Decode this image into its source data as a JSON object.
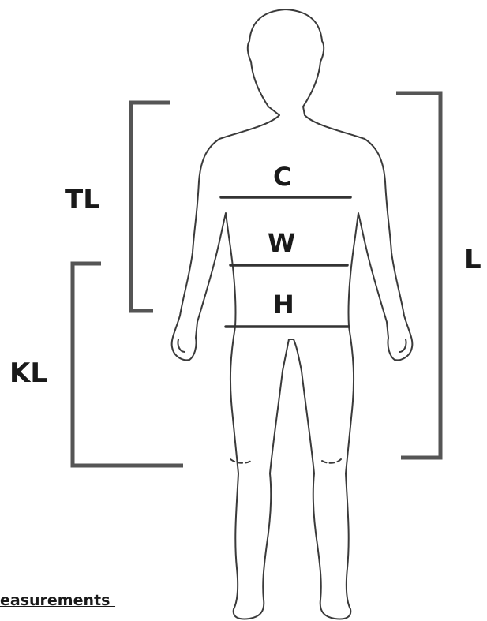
{
  "labels": {
    "torso_length": "TL",
    "knee_length": "KL",
    "length": "L",
    "chest": "C",
    "waist": "W",
    "hip": "H"
  },
  "caption": "easurements ",
  "colors": {
    "bracket": "#555555",
    "outline": "#3a3a3a",
    "measure_line": "#333333",
    "text": "#1a1a1a"
  }
}
